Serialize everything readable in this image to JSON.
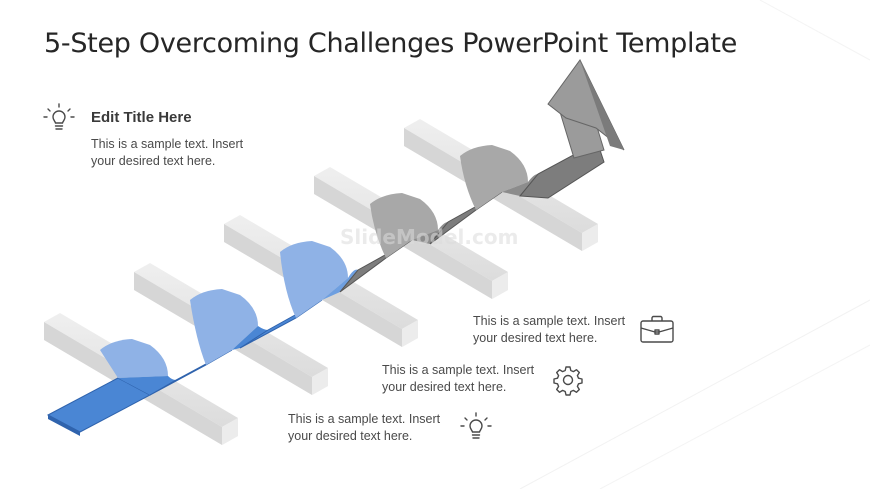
{
  "slide": {
    "title": "5-Step Overcoming Challenges PowerPoint Template"
  },
  "header_block": {
    "icon": "lightbulb-icon",
    "heading": "Edit Title Here",
    "text_line1": "This is a sample text. Insert",
    "text_line2": "your desired text here."
  },
  "callouts": [
    {
      "icon": "briefcase-icon",
      "line1": "This is a sample text. Insert",
      "line2": "your desired text here."
    },
    {
      "icon": "gear-icon",
      "line1": "This is a sample text. Insert",
      "line2": "your desired text here."
    },
    {
      "icon": "lightbulb-icon",
      "line1": "This is a sample text. Insert",
      "line2": "your desired text here."
    }
  ],
  "watermark": {
    "text": "SlideModel.com"
  },
  "colors": {
    "blue_path": "#4a86d4",
    "blue_light": "#8fb2e6",
    "gray_path": "#7d7d7d",
    "gray_light": "#a8a8a8",
    "hurdle": "#e0e0e0",
    "arrow": "#9b9b9b"
  }
}
